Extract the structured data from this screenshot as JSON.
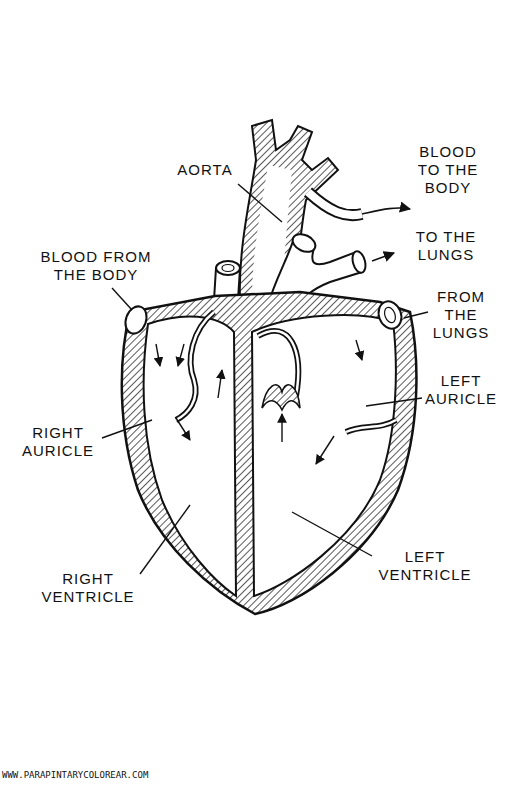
{
  "diagram": {
    "labels": [
      "BLOOD TO THE BODY",
      "AORTA",
      "TO THE LUNGS",
      "BLOOD FROM THE BODY",
      "FROM THE LUNGS",
      "LEFT AURICLE",
      "RIGHT AURICLE",
      "LEFT VENTRICLE",
      "RIGHT VENTRICLE",
      "WWW.PARAPINTARYCOLOREAR.COM"
    ]
  }
}
